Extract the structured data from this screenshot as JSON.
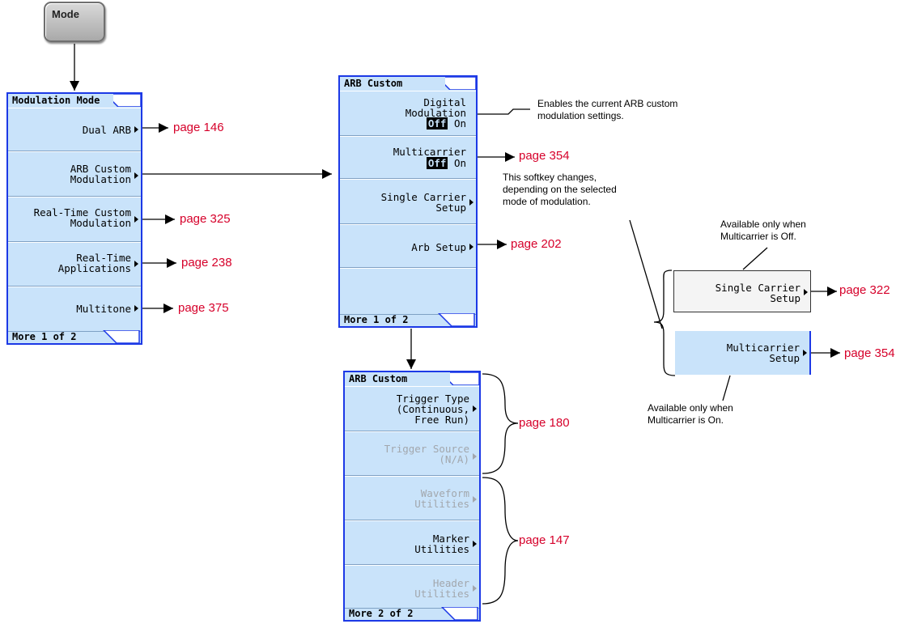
{
  "mode_key": {
    "label": "Mode"
  },
  "modulation_mode": {
    "title": "Modulation Mode",
    "keys": [
      {
        "label": "Dual ARB"
      },
      {
        "label": "ARB Custom\nModulation"
      },
      {
        "label": "Real-Time Custom\nModulation"
      },
      {
        "label": "Real-Time\nApplications"
      },
      {
        "label": "Multitone"
      }
    ],
    "footer": "More 1 of 2"
  },
  "arb_custom_1": {
    "title": "ARB Custom",
    "digital_modulation": {
      "label": "Digital\nModulation",
      "off": "Off",
      "on": "On"
    },
    "multicarrier": {
      "label": "Multicarrier",
      "off": "Off",
      "on": "On"
    },
    "single_carrier_setup": {
      "label": "Single Carrier\nSetup"
    },
    "arb_setup": {
      "label": "Arb Setup"
    },
    "footer": "More 1 of 2"
  },
  "arb_custom_2": {
    "title": "ARB Custom",
    "keys": [
      {
        "label": "Trigger Type\n(Continuous,\nFree Run)",
        "enabled": true
      },
      {
        "label": "Trigger Source\n(N/A)",
        "enabled": false
      },
      {
        "label": "Waveform\nUtilities",
        "enabled": false
      },
      {
        "label": "Marker\nUtilities",
        "enabled": true
      },
      {
        "label": "Header\nUtilities",
        "enabled": false
      }
    ],
    "footer": "More 2 of 2"
  },
  "alt_keys": {
    "single_carrier_setup": {
      "label": "Single Carrier\nSetup"
    },
    "multicarrier_setup": {
      "label": "Multicarrier\nSetup"
    }
  },
  "page_refs": {
    "dual_arb": "page 146",
    "rt_custom": "page 325",
    "rt_applications": "page 238",
    "multitone": "page 375",
    "multicarrier": "page 354",
    "arb_setup": "page 202",
    "single_carrier": "page 322",
    "multicarrier_setup": "page 354",
    "trigger": "page 180",
    "utilities": "page 147"
  },
  "notes": {
    "digital_modulation": "Enables the current ARB custom\nmodulation settings.",
    "softkey_changes": "This softkey changes,\ndepending on the selected\nmode of modulation.",
    "available_off": "Available only when\nMulticarrier is Off.",
    "available_on": "Available only when\nMulticarrier is On."
  },
  "colors": {
    "softkey_bg": "#c9e3fa",
    "softkey_border": "#1c39e6",
    "page_ref": "#d6002a"
  }
}
